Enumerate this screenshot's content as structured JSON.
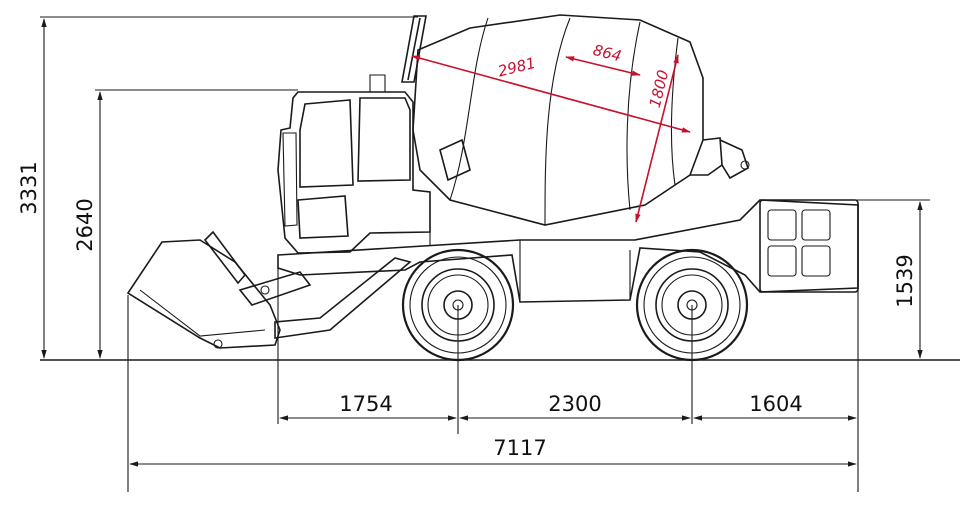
{
  "dimensions": {
    "overall_height": "3331",
    "cab_height": "2640",
    "rear_height": "1539",
    "front_overhang": "1754",
    "wheelbase": "2300",
    "rear_overhang": "1604",
    "overall_length": "7117"
  },
  "drum_dimensions": {
    "drum_length": "2981",
    "drum_cone": "864",
    "drum_diameter": "1800"
  },
  "colors": {
    "drawing": "#1a1a1a",
    "drum_dimension": "#c8102e",
    "background": "#ffffff"
  }
}
